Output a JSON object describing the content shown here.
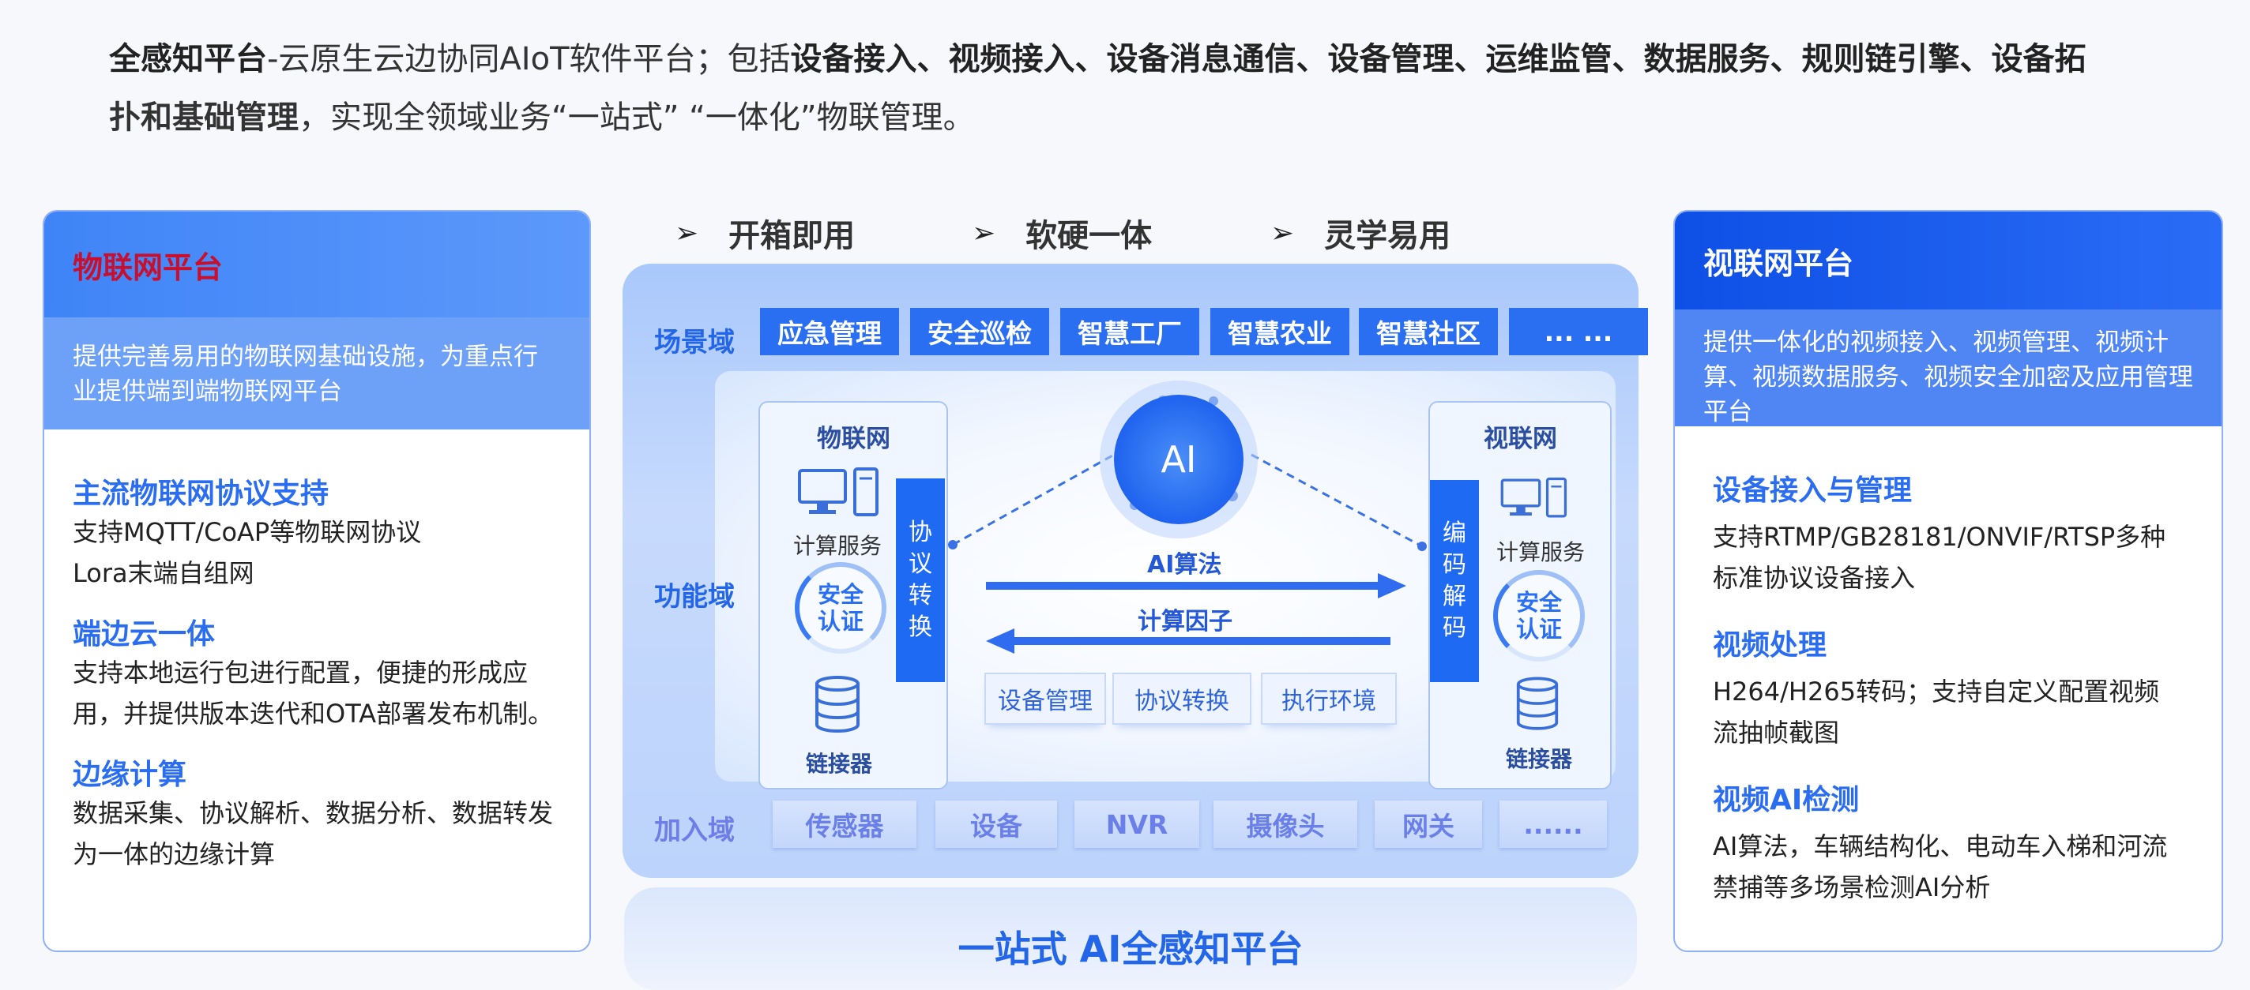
{
  "intro": {
    "p1_bold": "全感知平台",
    "p1_text": "-云原生云边协同AIoT软件平台；包括",
    "p1_bold2": "设备接入、视频接入、设备消息通信、设备管理、运维监管、数据服务、规则链引擎、设备拓",
    "p2_bold": "扑和基础管理",
    "p2_text": "，实现全领域业务“一站式” “一体化”物联管理。"
  },
  "left_panel": {
    "title": "物联网平台",
    "desc": "提供完善易用的物联网基础设施，为重点行业提供端到端物联网平台",
    "sections": [
      {
        "title": "主流物联网协议支持",
        "lines": [
          "支持MQTT/CoAP等物联网协议",
          "Lora末端自组网"
        ]
      },
      {
        "title": "端边云一体",
        "lines": [
          "支持本地运行包进行配置，便捷的形成应",
          "用，并提供版本迭代和OTA部署发布机制。"
        ]
      },
      {
        "title": "边缘计算",
        "lines": [
          "数据采集、协议解析、数据分析、数据转发",
          "为一体的边缘计算"
        ]
      }
    ]
  },
  "right_panel": {
    "title": "视联网平台",
    "desc": "提供一体化的视频接入、视频管理、视频计算、视频数据服务、视频安全加密及应用管理平台",
    "sections": [
      {
        "title": "设备接入与管理",
        "lines": [
          "支持RTMP/GB28181/ONVIF/RTSP多种",
          "标准协议设备接入"
        ]
      },
      {
        "title": "视频处理",
        "lines": [
          "H264/H265转码；支持自定义配置视频",
          "流抽帧截图"
        ]
      },
      {
        "title": "视频AI检测",
        "lines": [
          "AI算法，车辆结构化、电动车入梯和河流",
          "禁捕等多场景检测AI分析"
        ]
      }
    ]
  },
  "features": [
    "开箱即用",
    "软硬一体",
    "灵学易用"
  ],
  "feature_arrow": "➢",
  "center": {
    "scene_domain": "场景域",
    "func_domain": "功能域",
    "access_domain": "加入域",
    "scenes": [
      "应急管理",
      "安全巡检",
      "智慧工厂",
      "智慧农业",
      "智慧社区",
      "... ..."
    ],
    "access": [
      "传感器",
      "设备",
      "NVR",
      "摄像头",
      "网关",
      "......"
    ],
    "iot": {
      "title": "物联网",
      "compute": "计算服务",
      "security": "安全\n认证",
      "connector": "链接器",
      "bar": "协\n议\n转\n换"
    },
    "vnet": {
      "title": "视联网",
      "compute": "计算服务",
      "security": "安全\n认证",
      "connector": "链接器",
      "bar": "编\n码\n解\n码"
    },
    "ai": "AI",
    "ai_algo": "AI算法",
    "compute_factor": "计算因子",
    "functions": [
      "设备管理",
      "协议转换",
      "执行环境"
    ]
  },
  "bottom_title": "一站式 AI全感知平台",
  "colors": {
    "accent": "#2a6ef2",
    "dark_blue": "#0e4fe6",
    "red_title": "#c8102e"
  }
}
